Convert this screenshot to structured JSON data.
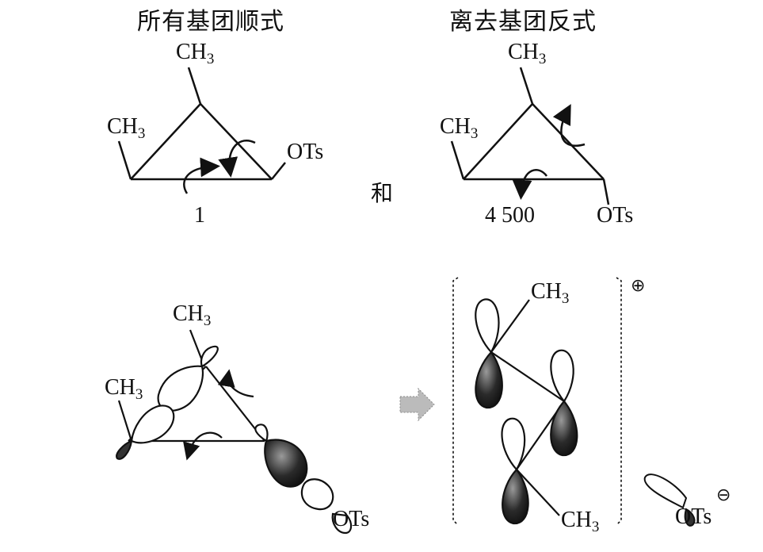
{
  "headings": {
    "left": "所有基团顺式",
    "right": "离去基团反式"
  },
  "conjunction": "和",
  "labels": {
    "ch3_main": "CH",
    "ch3_sub": "3",
    "ots": "OTs",
    "rate_left": "1",
    "rate_right": "4 500",
    "plus": "⊕",
    "minus": "⊖"
  },
  "colors": {
    "ink": "#111111",
    "shade_dark": "#222222",
    "shade_mid": "#888888",
    "background": "#ffffff"
  }
}
